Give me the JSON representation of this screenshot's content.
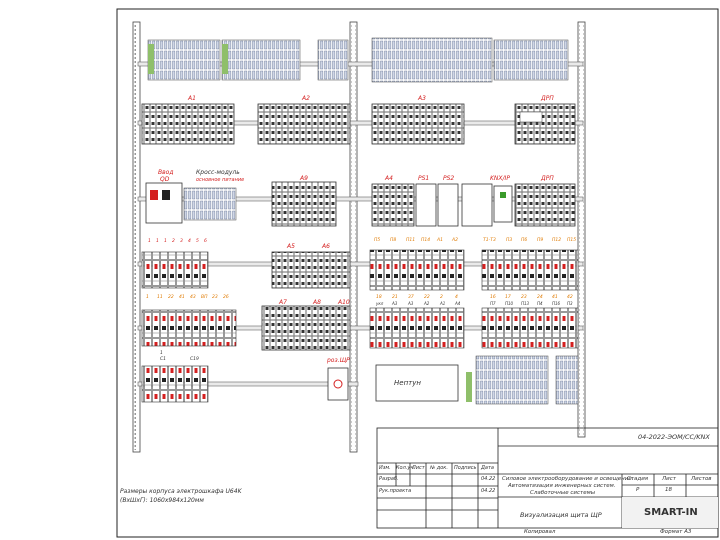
{
  "labels": {
    "A1": "A1",
    "A2": "A2",
    "A3": "A3",
    "DPP": "ДРП",
    "A9": "A9",
    "A4": "A4",
    "PS1": "PS1",
    "PS2": "PS2",
    "KNX": "KNX/IP",
    "DPP2": "ДРП",
    "A5": "A5",
    "A6": "A6",
    "A7": "A7",
    "A8": "A8",
    "A10": "A10",
    "ввод": "Ввод",
    "QD": "QD",
    "cross1": "Кросс-модуль",
    "cross2": "основное питание",
    "neptun": "Нептун",
    "rozshch": "роз.ЩР"
  },
  "note": {
    "line1": "Размеры корпуса электрошкафа U64K",
    "line2": "(ВхШхГ): 1060х984х120мм"
  },
  "stamp": {
    "code": "04-2022-ЭОМ/СС/KNX",
    "h_izm": "Изм.",
    "h_kol": "Кол.уч.",
    "h_list": "Лист",
    "h_ndok": "№ док.",
    "h_podp": "Подпись",
    "h_data": "Дата",
    "razrab": "Разраб.",
    "date1": "04.22",
    "ruk": "Рук.проекта",
    "date2": "04.22",
    "title1": "Силовое электрооборудование и освещение.",
    "title2": "Автоматизация инженерных систем.",
    "title3": "Слаботочные системы",
    "stadia": "Стадия",
    "list": "Лист",
    "listov": "Листов",
    "stadia_val": "Р",
    "list_val": "18",
    "sheet_title": "Визуализация щита ЩР",
    "logo": "SMART-IN",
    "kopir": "Копировал",
    "format": "Формат А3"
  },
  "row3_left": [
    "1",
    "1",
    "1",
    "2",
    "3",
    "4",
    "5",
    "6"
  ],
  "row3_right": [
    "П5",
    "П8",
    "П11",
    "П14",
    "А1",
    "А2",
    "Т1-Т3",
    "П3",
    "П6",
    "П9",
    "П12",
    "П15"
  ],
  "row4_right": [
    "18",
    "21",
    "37",
    "22",
    "2",
    "4",
    "16",
    "17",
    "23",
    "24",
    "41",
    "42"
  ],
  "row4_sub": [
    "укл",
    "А3",
    "А3",
    "А2",
    "А1",
    "А4",
    "П7",
    "П10",
    "П13",
    "П4",
    "П16",
    "П3"
  ],
  "row5_left": [
    "1",
    "11",
    "22",
    "41",
    "43",
    "ВП",
    "23",
    "26"
  ],
  "row6_left": [
    "1",
    "С1",
    "С19"
  ]
}
